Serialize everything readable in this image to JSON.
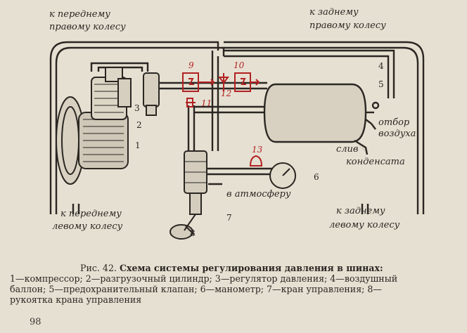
{
  "labels": {
    "front_right": [
      "к переднему",
      "правому колесу"
    ],
    "rear_right": [
      "к заднему",
      "правому колесу"
    ],
    "front_left": [
      "к переднему",
      "левому колесу"
    ],
    "rear_left": [
      "к заднему",
      "левому колесу"
    ],
    "air_outlet": [
      "отбор",
      "воздуха"
    ],
    "condensate": [
      "слив",
      "конденсата"
    ],
    "atmosphere": "в атмосферу"
  },
  "numbers": [
    "1",
    "2",
    "3",
    "4",
    "5",
    "6",
    "7",
    "8"
  ],
  "red_numbers": [
    "9",
    "10",
    "11",
    "12",
    "13"
  ],
  "caption": {
    "fig": "Рис. 42.",
    "title": "Схема системы регулирования давления в шинах:",
    "line2": "1—компрессор; 2—разгрузочный цилиндр; 3—регулятор давления; 4—воздушный",
    "line3": "баллон; 5—предохранительный клапан; 6—манометр; 7—кран управления; 8—",
    "line4": "рукоятка крана управления"
  },
  "page_number": "98",
  "colors": {
    "ink": "#2a2622",
    "red": "#b22222",
    "paper": "#e6e0d2"
  }
}
